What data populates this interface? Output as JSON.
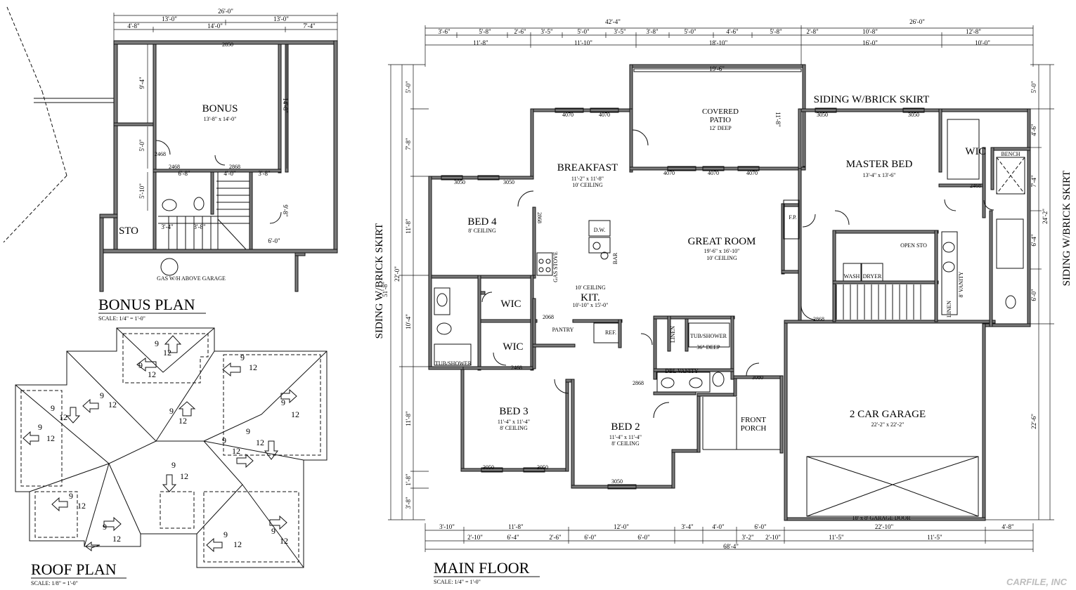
{
  "titles": {
    "bonus_plan": "BONUS PLAN",
    "bonus_scale": "SCALE:  1/4\" = 1'-0\"",
    "roof_plan": "ROOF PLAN",
    "roof_scale": "SCALE:  1/8\" = 1'-0\"",
    "main_floor": "MAIN FLOOR",
    "main_scale": "SCALE:  1/4\" = 1'-0\""
  },
  "siding": {
    "left": "SIDING W/BRICK SKIRT",
    "right": "SIDING W/BRICK SKIRT",
    "top": "SIDING W/BRICK SKIRT"
  },
  "bonus": {
    "room": "BONUS",
    "room_size": "13'-8\" x 14'-0\"",
    "sto": "STO",
    "gas": "GAS W/H ABOVE GARAGE",
    "dims_top": [
      "26'-0\"",
      "13'-0\"",
      "13'-0\"",
      "4'-8\"",
      "14'-0\"",
      "7'-4\""
    ],
    "dims_inner": [
      "9'-4\"",
      "5'-0\"",
      "5'-10\"",
      "14'-8\"",
      "9'-8\"",
      "6'-8\"",
      "4'-0\"",
      "3'-8\"",
      "6'-0\"",
      "3'-4\"",
      "3'-8\""
    ],
    "door_labels": [
      "2850",
      "2468",
      "2468",
      "2868"
    ]
  },
  "rooms": [
    {
      "name": "BREAKFAST",
      "size": "11'-2\"  x  11'-8\"",
      "ceiling": "10' CEILING"
    },
    {
      "name": "BED 4",
      "size": "",
      "ceiling": "8' CEILING"
    },
    {
      "name": "GREAT ROOM",
      "size": "19'-6\"  x  16'-10\"",
      "ceiling": "10' CEILING"
    },
    {
      "name": "MASTER BED",
      "size": "13'-4\"  x  13'-6\"",
      "ceiling": ""
    },
    {
      "name": "COVERED",
      "size": "PATIO",
      "ceiling": "12' DEEP"
    },
    {
      "name": "KIT.",
      "size": "10'-10\"  x  15'-0\"",
      "ceiling": "10' CEILING"
    },
    {
      "name": "BED 3",
      "size": "11'-4\"  x  11'-4\"",
      "ceiling": "8' CEILING"
    },
    {
      "name": "BED 2",
      "size": "11'-4\"  x  11'-4\"",
      "ceiling": "8' CEILING"
    },
    {
      "name": "2 CAR GARAGE",
      "size": "22'-2\"  x  22'-2\"",
      "ceiling": ""
    },
    {
      "name": "FRONT",
      "size": "PORCH",
      "ceiling": ""
    }
  ],
  "small_labels": {
    "wic1": "WIC",
    "wic2": "WIC",
    "wic3": "WIC",
    "pantry": "PANTRY",
    "ref": "REF.",
    "dw": "D.W.",
    "bar": "BAR",
    "gas_stove": "GAS STOVE",
    "linen": "LINEN",
    "tub_shower": "TUB/SHOWER",
    "tub_deep": "36\" DEEP",
    "dbl_vanity": "DBL VANITY",
    "wash": "WASH",
    "dryer": "DRYER",
    "bench": "BENCH",
    "open_sto": "OPEN STO",
    "linen2": "LINEN",
    "vanity": "8' VANITY",
    "tub_shower2": "TUB/SHOWER",
    "garage_door": "18' x 8' GARAGE DOOR",
    "fp": "F.P."
  },
  "dims_top_total": "42'-4\"",
  "dims_top_right": "26'-0\"",
  "dims_top_row1": [
    "3'-6\"",
    "5'-8\"",
    "2'-6\"",
    "3'-5\"",
    "5'-0\"",
    "3'-5\"",
    "3'-8\"",
    "5'-0\"",
    "4'-6\"",
    "5'-8\"",
    "2'-8\"",
    "10'-8\"",
    "12'-8\""
  ],
  "dims_top_row2": [
    "11'-8\"",
    "11'-10\"",
    "18'-10\"",
    "16'-0\"",
    "10'-0\""
  ],
  "dims_bottom_row1": [
    "3'-10\"",
    "11'-8\"",
    "12'-0\"",
    "3'-4\"",
    "4'-0\"",
    "6'-0\"",
    "22'-10\"",
    "4'-8\""
  ],
  "dims_bottom_row2": [
    "2'-10\"",
    "6'-4\"",
    "2'-6\"",
    "6'-0\"",
    "6'-0\"",
    "3'-2\"",
    "2'-10\"",
    "11'-5\"",
    "11'-5\""
  ],
  "dims_bottom_total": "68'-4\"",
  "dims_left_outer": "51'-8\"",
  "dims_left": [
    "5'-0\"",
    "7'-8\"",
    "11'-8\"",
    "22'-0\"",
    "10'-4\"",
    "11'-8\"",
    "1'-8\"",
    "3'-8\""
  ],
  "dims_right": [
    "5'-0\"",
    "4'-6\"",
    "7'-4\"",
    "24'-2\"",
    "6'-4\"",
    "6'-0\"",
    "22'-6\""
  ],
  "window_codes": [
    "3050",
    "3050",
    "4070",
    "4070",
    "4070",
    "4070",
    "4070",
    "3050",
    "3050",
    "3050",
    "3050",
    "3050",
    "3080",
    "2868",
    "2868",
    "2468",
    "2468",
    "2868",
    "2068"
  ],
  "roof_pitch": [
    "9",
    "12"
  ],
  "watermark": "CARFILE, INC"
}
